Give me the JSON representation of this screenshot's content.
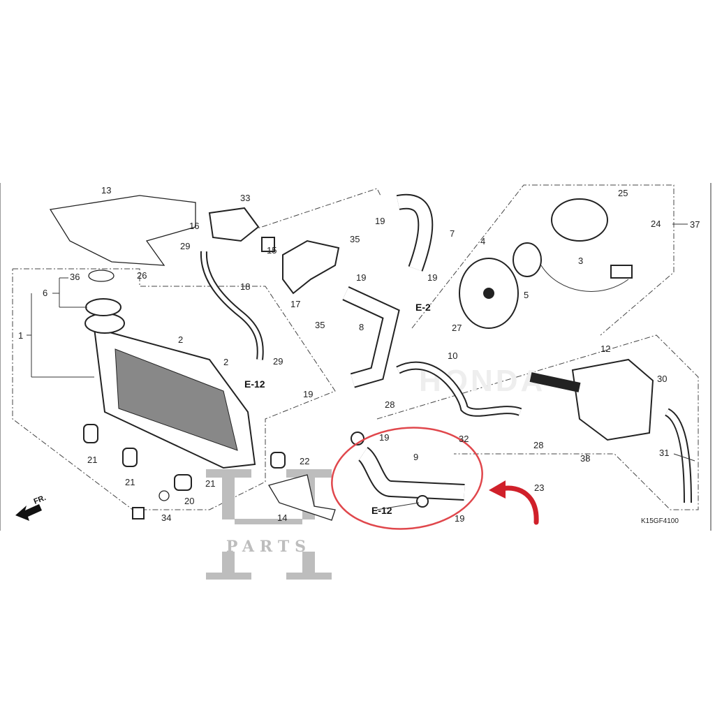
{
  "diagram": {
    "code": "K15GF4100",
    "direction_label": "FR.",
    "watermark": "PARTS",
    "references": [
      "E-2",
      "E-12",
      "E-12"
    ],
    "callouts": [
      "13",
      "33",
      "16",
      "29",
      "15",
      "35",
      "19",
      "7",
      "4",
      "25",
      "24",
      "37",
      "3",
      "36",
      "26",
      "18",
      "19",
      "17",
      "19",
      "5",
      "6",
      "35",
      "27",
      "8",
      "1",
      "2",
      "12",
      "10",
      "2",
      "29",
      "30",
      "19",
      "28",
      "32",
      "28",
      "31",
      "19",
      "9",
      "22",
      "21",
      "23",
      "38",
      "21",
      "21",
      "20",
      "14",
      "34",
      "19"
    ],
    "highlight_color": "#e0474c",
    "arrow_color": "#d0202a"
  }
}
